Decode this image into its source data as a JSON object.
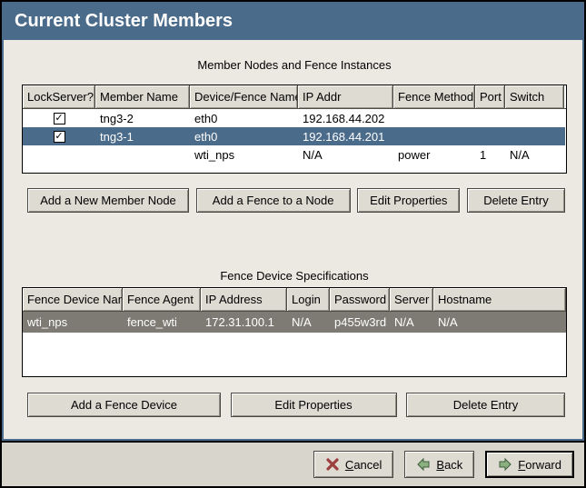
{
  "colors": {
    "accent": "#4b6b8b",
    "selection_inactive": "#7d7b73"
  },
  "window": {
    "title": "Current Cluster Members"
  },
  "member_section": {
    "caption": "Member Nodes and Fence Instances",
    "columns": [
      "LockServer?",
      "Member Name",
      "Device/Fence Name",
      "IP Addr",
      "Fence Method",
      "Port",
      "Switch"
    ],
    "rows": [
      {
        "lock_server_checked": true,
        "selected": false,
        "cells": [
          "",
          "tng3-2",
          "eth0",
          "192.168.44.202",
          "",
          "",
          ""
        ]
      },
      {
        "lock_server_checked": true,
        "selected": true,
        "cells": [
          "",
          "tng3-1",
          "eth0",
          "192.168.44.201",
          "",
          "",
          ""
        ]
      },
      {
        "lock_server_checked": false,
        "selected": false,
        "cells": [
          "",
          "",
          "wti_nps",
          "N/A",
          "power",
          "1",
          "N/A"
        ]
      }
    ],
    "buttons": [
      "Add a New Member Node",
      "Add a Fence to a Node",
      "Edit Properties",
      "Delete Entry"
    ]
  },
  "fence_section": {
    "caption": "Fence Device Specifications",
    "columns": [
      "Fence Device Name",
      "Fence Agent",
      "IP Address",
      "Login",
      "Password",
      "Server",
      "Hostname"
    ],
    "rows": [
      {
        "selected": true,
        "cells": [
          "wti_nps",
          "fence_wti",
          "172.31.100.1",
          "N/A",
          "p455w3rd",
          "N/A",
          "N/A"
        ]
      }
    ],
    "buttons": [
      "Add a Fence Device",
      "Edit Properties",
      "Delete Entry"
    ]
  },
  "nav": {
    "cancel_label": "Cancel",
    "back_label": "Back",
    "forward_label": "Forward"
  },
  "icons": {
    "check": "✓",
    "cancel": "cancel-x-icon",
    "back": "arrow-left-icon",
    "forward": "arrow-right-icon"
  }
}
